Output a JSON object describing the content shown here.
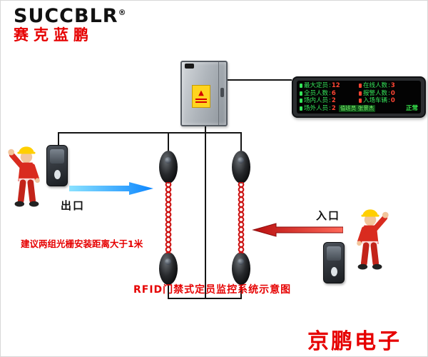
{
  "logo": {
    "brand": "SUCCBLR",
    "reg": "®",
    "cn": "赛克蓝鹏"
  },
  "control_box": {
    "warning_icon": "▲"
  },
  "display": {
    "rows": [
      {
        "l1": "最大定员",
        "v1": "12",
        "l2": "在线人数",
        "v2": "3"
      },
      {
        "l1": "全员人数",
        "v1": "6",
        "l2": "报警人数",
        "v2": "0"
      },
      {
        "l1": "场内人员",
        "v1": "2",
        "l2": "入场车辆",
        "v2": "0"
      }
    ],
    "footer": {
      "label": "场外人员",
      "value": "2",
      "notice": "值班员 张景杰",
      "status": "正常"
    }
  },
  "labels": {
    "exit": "出口",
    "entrance": "入口",
    "warning": "建议两组光栅安装距离大于1米",
    "caption": "RFID门禁式定员监控系统示意图",
    "watermark": "京鹏电子"
  },
  "colors": {
    "brand_red": "#e60000",
    "arrow_blue": "#0c86ff",
    "arrow_red": "#b80f0f",
    "led_green": "#35e65a",
    "led_red": "#ff4533"
  }
}
